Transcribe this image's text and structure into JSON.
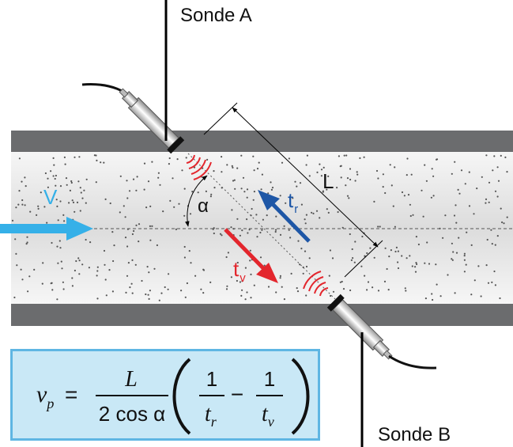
{
  "labels": {
    "sonde_a": "Sonde A",
    "sonde_b": "Sonde B",
    "velocity": "V",
    "length": "L",
    "angle": "α",
    "t_r_main": "t",
    "t_r_sub": "r",
    "t_v_main": "t",
    "t_v_sub": "v"
  },
  "formula": {
    "lhs_main": "v",
    "lhs_sub": "p",
    "equals": "=",
    "numerator": "L",
    "denominator": "2 cos α",
    "inner_left_num": "1",
    "inner_left_den_main": "t",
    "inner_left_den_sub": "r",
    "minus": "−",
    "inner_right_num": "1",
    "inner_right_den_main": "t",
    "inner_right_den_sub": "v"
  },
  "colors": {
    "pipe_wall": "#6b6c6e",
    "flow": "#efefef",
    "velocity_arrow": "#35b0e8",
    "t_r_arrow": "#1d56a6",
    "t_v_arrow": "#e3262d",
    "signal": "#e3262d",
    "formula_bg": "#c9e8f6",
    "formula_border": "#5fb6e3"
  }
}
